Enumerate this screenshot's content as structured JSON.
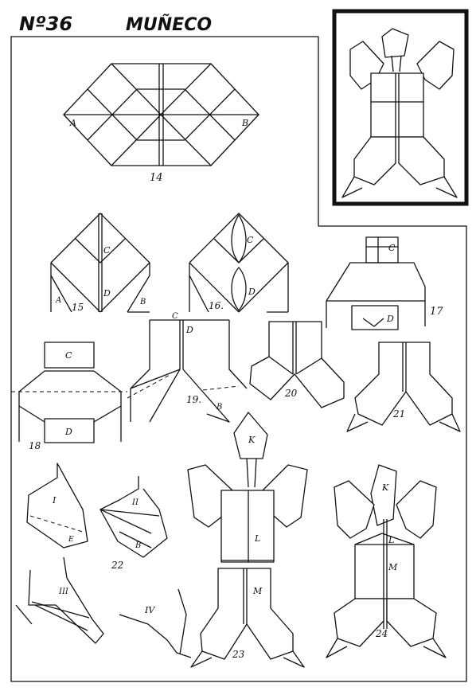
{
  "header": {
    "number": "Nº36",
    "title": "MUÑECO"
  },
  "steps": {
    "s14": {
      "label": "14",
      "a": "A",
      "b": "B"
    },
    "s15": {
      "label": "15",
      "c": "C",
      "d": "D",
      "a": "A",
      "b": "B"
    },
    "s16": {
      "label": "16.",
      "c": "C",
      "d": "D"
    },
    "s17": {
      "label": "17",
      "c": "C",
      "d": "D"
    },
    "s18": {
      "label": "18",
      "c": "C",
      "d": "D"
    },
    "s19": {
      "label": "19.",
      "c": "C",
      "d": "D",
      "b": "B"
    },
    "s20": {
      "label": "20"
    },
    "s21": {
      "label": "21"
    },
    "s22": {
      "label": "22",
      "p1": "I",
      "p2": "II",
      "p3": "III",
      "p4": "IV",
      "e": "E",
      "b": "B"
    },
    "s23": {
      "label": "23",
      "k": "K",
      "l": "L",
      "m": "M"
    },
    "s24": {
      "label": "24",
      "k": "K",
      "l": "L",
      "m": "M"
    }
  }
}
